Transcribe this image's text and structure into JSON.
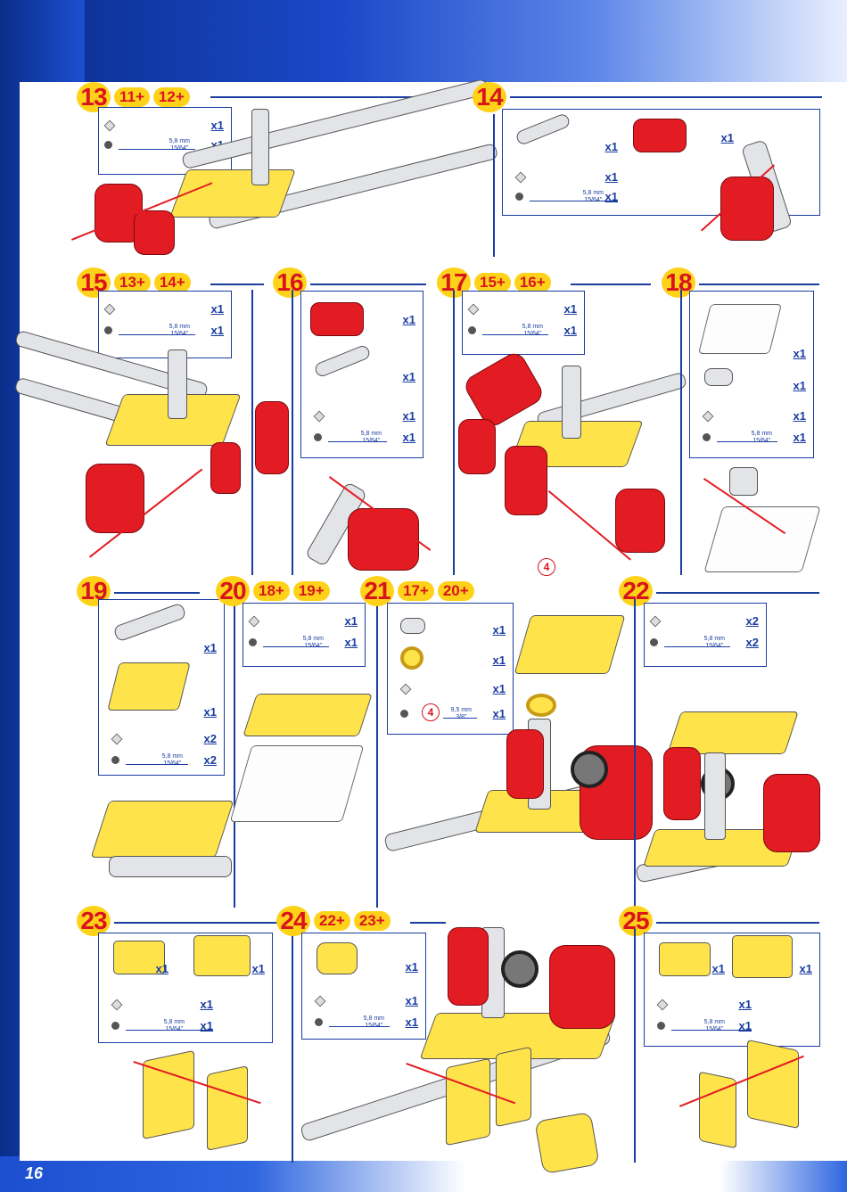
{
  "page_number": "16",
  "steps": [
    {
      "id": "s13",
      "num": "13",
      "refs": [
        "11+",
        "12+"
      ],
      "rows": [
        {
          "qty": "x1"
        },
        {
          "qty": "x1",
          "size": "5,8 mm",
          "size_in": "15/64\""
        }
      ]
    },
    {
      "id": "s14",
      "num": "14",
      "refs": [],
      "rows": [
        {
          "qty": "x1"
        },
        {
          "qty": "x1"
        },
        {
          "qty": "x1"
        },
        {
          "qty": "x1",
          "size": "5,8 mm",
          "size_in": "15/64\""
        }
      ]
    },
    {
      "id": "s15",
      "num": "15",
      "refs": [
        "13+",
        "14+"
      ],
      "rows": [
        {
          "qty": "x1"
        },
        {
          "qty": "x1",
          "size": "5,8 mm",
          "size_in": "15/64\""
        }
      ]
    },
    {
      "id": "s16",
      "num": "16",
      "refs": [],
      "rows": [
        {
          "qty": "x1"
        },
        {
          "qty": "x1"
        },
        {
          "qty": "x1"
        },
        {
          "qty": "x1",
          "size": "5,8 mm",
          "size_in": "15/64\""
        }
      ]
    },
    {
      "id": "s17",
      "num": "17",
      "refs": [
        "15+",
        "16+"
      ],
      "rows": [
        {
          "qty": "x1"
        },
        {
          "qty": "x1",
          "size": "5,8 mm",
          "size_in": "15/64\""
        }
      ]
    },
    {
      "id": "s18",
      "num": "18",
      "refs": [],
      "rows": [
        {
          "qty": "x1"
        },
        {
          "qty": "x1"
        },
        {
          "qty": "x1"
        },
        {
          "qty": "x1",
          "size": "5,8 mm",
          "size_in": "15/64\""
        }
      ]
    },
    {
      "id": "s19",
      "num": "19",
      "refs": [],
      "rows": [
        {
          "qty": "x1"
        },
        {
          "qty": "x1"
        },
        {
          "qty": "x2"
        },
        {
          "qty": "x2",
          "size": "5,8 mm",
          "size_in": "15/64\""
        }
      ]
    },
    {
      "id": "s20",
      "num": "20",
      "refs": [
        "18+",
        "19+"
      ],
      "rows": [
        {
          "qty": "x1"
        },
        {
          "qty": "x1",
          "size": "5,8 mm",
          "size_in": "15/64\""
        }
      ]
    },
    {
      "id": "s21",
      "num": "21",
      "refs": [
        "17+",
        "20+"
      ],
      "rows": [
        {
          "qty": "x1"
        },
        {
          "qty": "x1"
        },
        {
          "qty": "x1"
        },
        {
          "qty": "x1",
          "size": "9,5 mm",
          "size_in": "3/8\""
        }
      ]
    },
    {
      "id": "s22",
      "num": "22",
      "refs": [],
      "rows": [
        {
          "qty": "x2"
        },
        {
          "qty": "x2",
          "size": "5,8 mm",
          "size_in": "15/64\""
        }
      ]
    },
    {
      "id": "s23",
      "num": "23",
      "refs": [],
      "rows": [
        {
          "qty": "x1"
        },
        {
          "qty": "x1"
        },
        {
          "qty": "x1"
        },
        {
          "qty": "x1",
          "size": "5,8 mm",
          "size_in": "15/64\""
        }
      ]
    },
    {
      "id": "s24",
      "num": "24",
      "refs": [
        "22+",
        "23+"
      ],
      "rows": [
        {
          "qty": "x1"
        },
        {
          "qty": "x1"
        },
        {
          "qty": "x1",
          "size": "5,8 mm",
          "size_in": "15/64\""
        }
      ]
    },
    {
      "id": "s25",
      "num": "25",
      "refs": [],
      "rows": [
        {
          "qty": "x1"
        },
        {
          "qty": "x1"
        },
        {
          "qty": "x1"
        },
        {
          "qty": "x1",
          "size": "5,8 mm",
          "size_in": "15/64\""
        }
      ]
    }
  ],
  "callout_4": "4",
  "colors": {
    "step_badge": "#ffd21a",
    "step_text": "#d8141c",
    "frame": "#1a3da0",
    "part_red": "#e31b23",
    "part_yellow": "#ffe34a",
    "background_blue": "#1c4fd0"
  }
}
